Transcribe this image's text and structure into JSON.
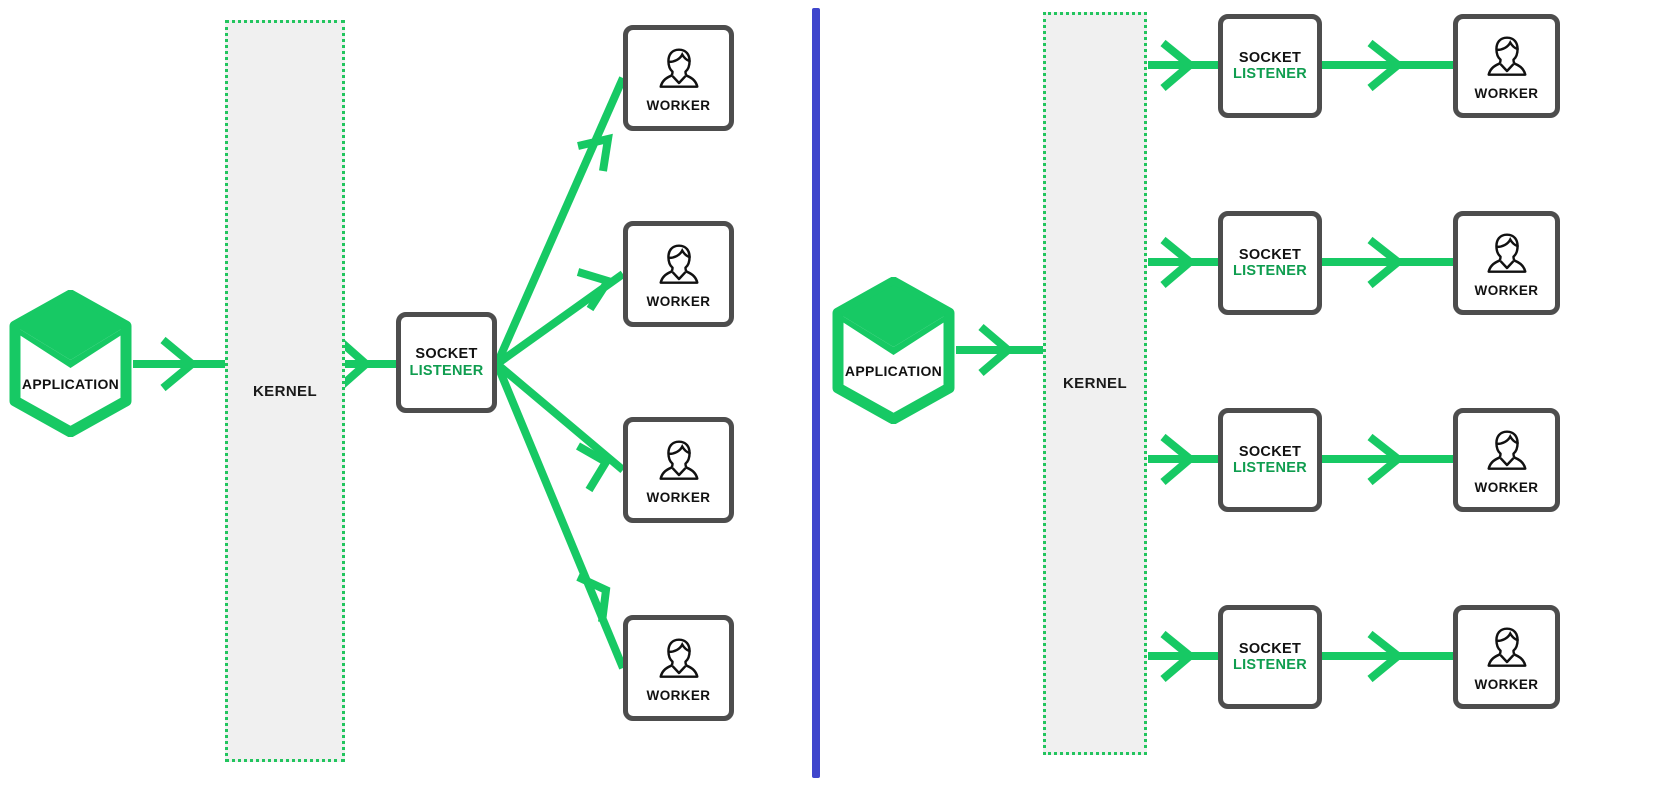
{
  "diagram": {
    "title_hidden": "",
    "colors": {
      "green": "#17c964",
      "green_text": "#0f9d4f",
      "box_border": "#4d4d4d",
      "kernel_fill": "#f0f0f0",
      "kernel_border": "#22c55e",
      "divider_blue": "#3f45cc",
      "text_dark": "#111111"
    },
    "divider": {
      "name": "vertical-separator"
    },
    "left_panel": {
      "application": {
        "label": "APPLICATION",
        "icon": "cube-hexagon-icon"
      },
      "kernel": {
        "label": "KERNEL"
      },
      "socket_listener": {
        "line1": "SOCKET",
        "line2": "LISTENER"
      },
      "workers": [
        {
          "label": "WORKER",
          "icon": "person-icon"
        },
        {
          "label": "WORKER",
          "icon": "person-icon"
        },
        {
          "label": "WORKER",
          "icon": "person-icon"
        },
        {
          "label": "WORKER",
          "icon": "person-icon"
        }
      ]
    },
    "right_panel": {
      "application": {
        "label": "APPLICATION",
        "icon": "cube-hexagon-icon"
      },
      "kernel": {
        "label": "KERNEL"
      },
      "rows": [
        {
          "socket_listener": {
            "line1": "SOCKET",
            "line2": "LISTENER"
          },
          "worker": {
            "label": "WORKER",
            "icon": "person-icon"
          }
        },
        {
          "socket_listener": {
            "line1": "SOCKET",
            "line2": "LISTENER"
          },
          "worker": {
            "label": "WORKER",
            "icon": "person-icon"
          }
        },
        {
          "socket_listener": {
            "line1": "SOCKET",
            "line2": "LISTENER"
          },
          "worker": {
            "label": "WORKER",
            "icon": "person-icon"
          }
        },
        {
          "socket_listener": {
            "line1": "SOCKET",
            "line2": "LISTENER"
          },
          "worker": {
            "label": "WORKER",
            "icon": "person-icon"
          }
        }
      ]
    }
  }
}
